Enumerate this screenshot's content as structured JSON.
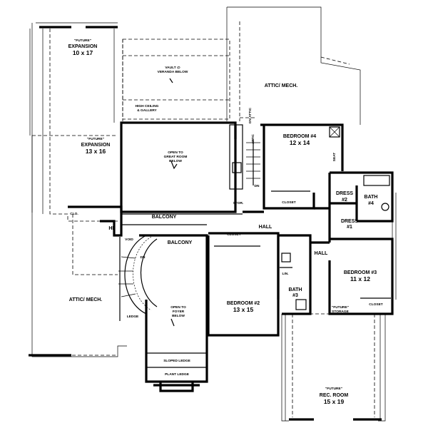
{
  "rooms": {
    "future_expansion_top": {
      "tag": "\"FUTURE\"",
      "name": "EXPANSION",
      "size": "10 x 17"
    },
    "vault_veranda": {
      "line1": "VAULT @",
      "line2": "VERANDA BELOW"
    },
    "attic_mech_right": {
      "name": "ATTIC/ MECH."
    },
    "high_ceiling": {
      "line1": "HIGH CEILING",
      "line2": "& GALLERY"
    },
    "dn_attic": {
      "name": "DN ATTIC"
    },
    "future_expansion_mid": {
      "tag": "\"FUTURE\"",
      "name": "EXPANSION",
      "size": "13 x 16"
    },
    "open_great_room": {
      "line1": "OPEN TO",
      "line2": "GREAT ROOM",
      "line3": "BELOW"
    },
    "attic_small": {
      "name": "ATTIC"
    },
    "bedroom4": {
      "name": "BEDROOM #4",
      "size": "12 x 14"
    },
    "seat": {
      "name": "SEAT"
    },
    "dn": {
      "name": "DN"
    },
    "stor": {
      "name": "STOR."
    },
    "closet_b4": {
      "name": "CLOSET"
    },
    "dress2": {
      "name": "DRESS",
      "num": "#2"
    },
    "bath4": {
      "name": "BATH",
      "num": "#4"
    },
    "dress1": {
      "name": "DRESS",
      "num": "#1"
    },
    "clo": {
      "name": "CLO."
    },
    "balcony_top": {
      "name": "BALCONY"
    },
    "hall_main": {
      "name": "HALL"
    },
    "hl": {
      "name": "HL"
    },
    "void": {
      "name": "VOID"
    },
    "balcony_lower": {
      "name": "BALCONY"
    },
    "closet_b2": {
      "name": "CLOSET"
    },
    "hall_right": {
      "name": "HALL"
    },
    "lin": {
      "name": "LIN."
    },
    "bedroom3": {
      "name": "BEDROOM #3",
      "size": "11 x 12"
    },
    "bath3": {
      "name": "BATH",
      "num": "#3"
    },
    "attic_mech_left": {
      "name": "ATTIC/ MECH."
    },
    "bedroom2": {
      "name": "BEDROOM #2",
      "size": "13 x 15"
    },
    "open_foyer": {
      "line1": "OPEN TO",
      "line2": "FOYER",
      "line3": "BELOW"
    },
    "closet_b3": {
      "name": "CLOSET"
    },
    "future_storage": {
      "tag": "\"FUTURE\"",
      "name": "STORAGE"
    },
    "ledge": {
      "name": "LEDGE"
    },
    "sloped_ledge": {
      "name": "SLOPED LEDGE"
    },
    "plant_ledge": {
      "name": "PLANT LEDGE"
    },
    "rec_room": {
      "tag": "\"FUTURE\"",
      "name": "REC. ROOM",
      "size": "15 x 19"
    },
    "dn_stair": {
      "name": "DN"
    }
  }
}
